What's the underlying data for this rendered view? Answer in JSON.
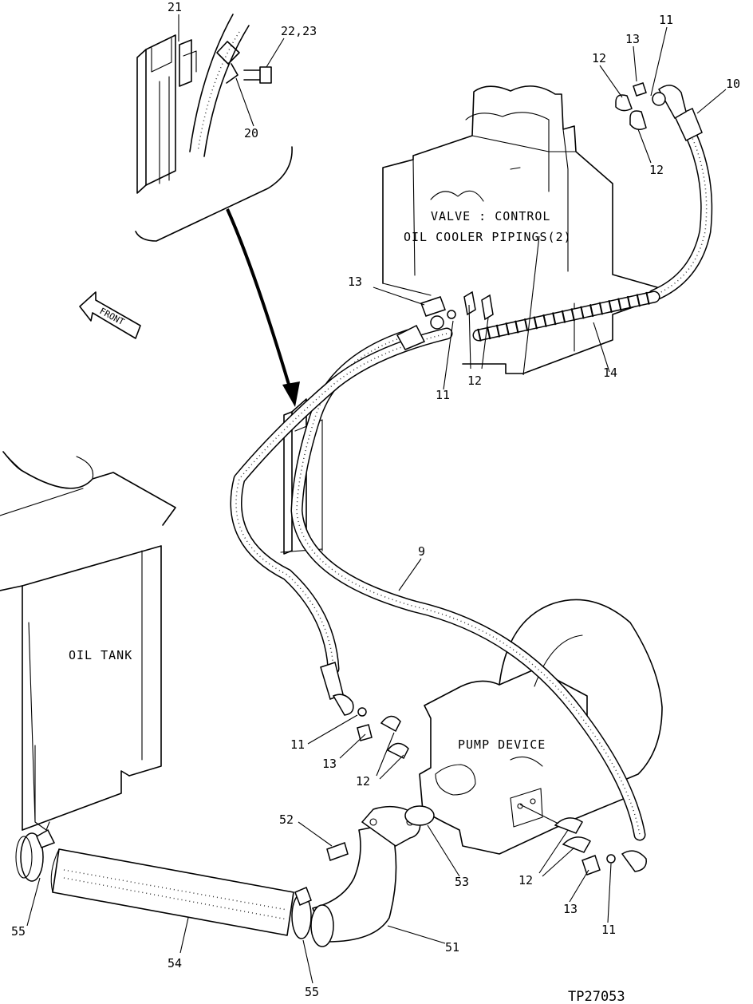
{
  "drawing_number": "TP27053",
  "labels": {
    "valve_line1": "VALVE : CONTROL",
    "valve_line2": "OIL COOLER PIPINGS(2)",
    "oil_tank": "OIL TANK",
    "pump_device": "PUMP DEVICE",
    "front_arrow": "FRONT"
  },
  "callouts": {
    "c21": "21",
    "c22_23": "22,23",
    "c20": "20",
    "c11_top": "11",
    "c13_top": "13",
    "c12_top": "12",
    "c10": "10",
    "c12_top_right": "12",
    "c13_mid": "13",
    "c11_mid": "11",
    "c12_mid": "12",
    "c14": "14",
    "c9": "9",
    "c11_left": "11",
    "c13_left": "13",
    "c12_left": "12",
    "c52": "52",
    "c53": "53",
    "c12_bottom": "12",
    "c13_bottom": "13",
    "c11_bottom": "11",
    "c51": "51",
    "c55_left": "55",
    "c54": "54",
    "c55_bottom": "55"
  }
}
